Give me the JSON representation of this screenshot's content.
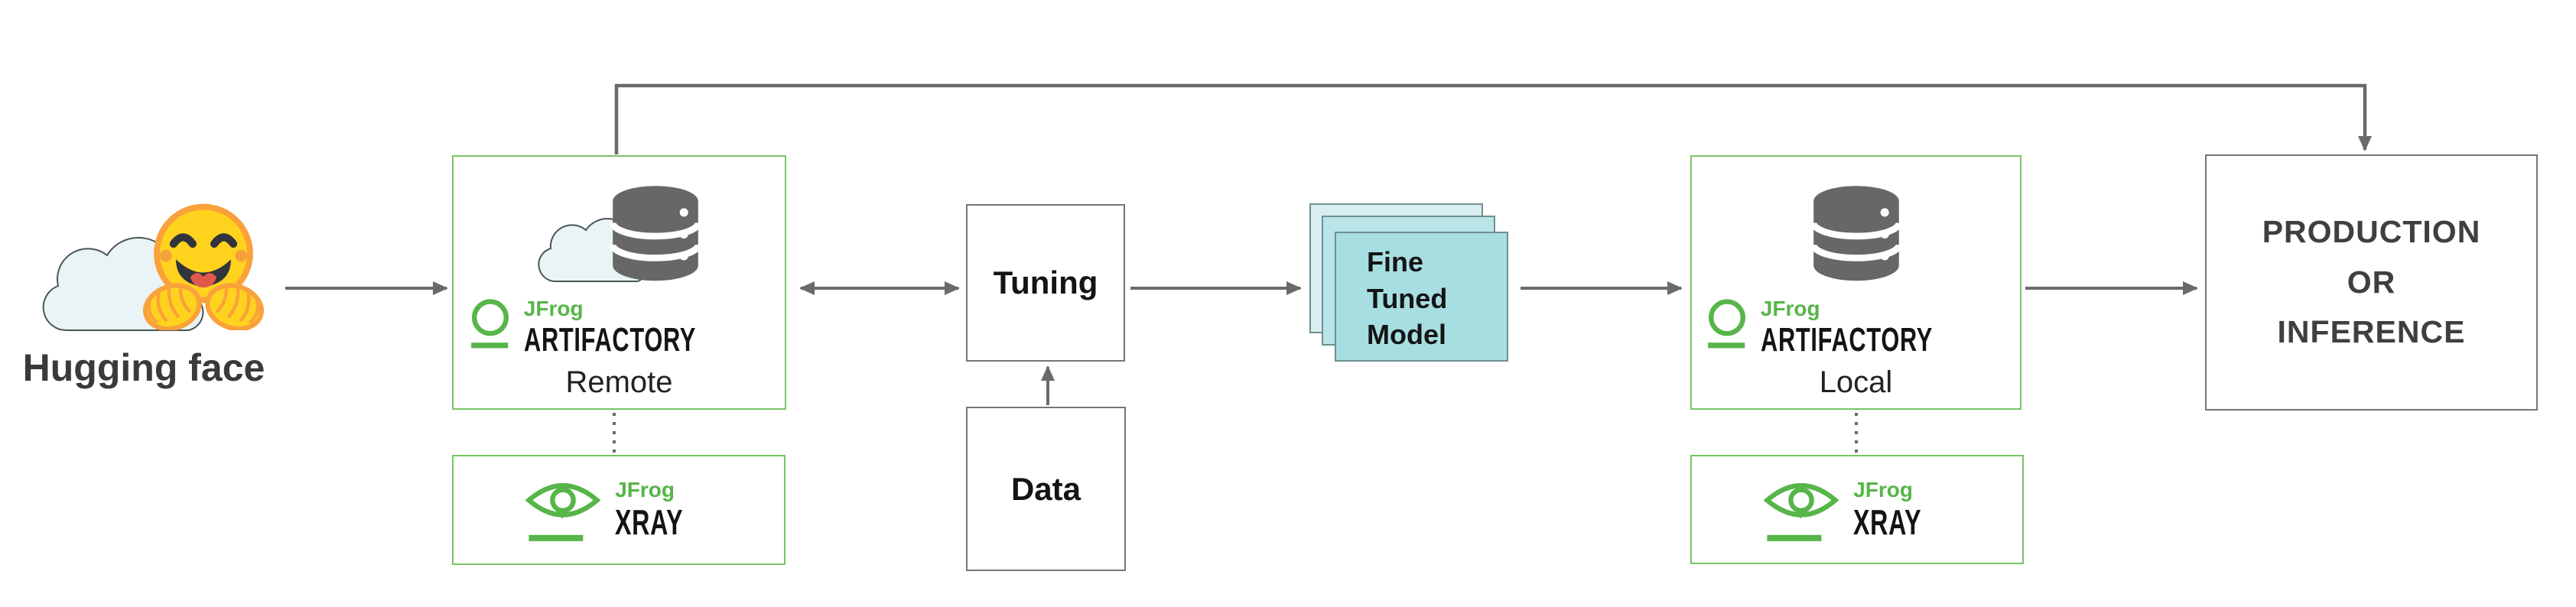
{
  "nodes": {
    "huggingface": {
      "label": "Hugging face"
    },
    "artifactory_remote": {
      "brand": "JFrog",
      "product": "ARTIFACTORY",
      "variant": "Remote"
    },
    "xray_remote": {
      "brand": "JFrog",
      "product": "XRAY"
    },
    "tuning": {
      "label": "Tuning"
    },
    "data": {
      "label": "Data"
    },
    "fine_tuned_model": {
      "lines": [
        "Fine",
        "Tuned",
        "Model"
      ]
    },
    "artifactory_local": {
      "brand": "JFrog",
      "product": "ARTIFACTORY",
      "variant": "Local"
    },
    "xray_local": {
      "brand": "JFrog",
      "product": "XRAY"
    },
    "production": {
      "lines": [
        "PRODUCTION",
        "OR",
        "INFERENCE"
      ]
    }
  },
  "edges": [
    {
      "from": "huggingface",
      "to": "artifactory_remote",
      "style": "solid",
      "arrow": "forward"
    },
    {
      "from": "artifactory_remote",
      "to": "tuning",
      "style": "solid",
      "arrow": "both"
    },
    {
      "from": "data",
      "to": "tuning",
      "style": "solid",
      "arrow": "forward"
    },
    {
      "from": "tuning",
      "to": "fine_tuned_model",
      "style": "solid",
      "arrow": "forward"
    },
    {
      "from": "fine_tuned_model",
      "to": "artifactory_local",
      "style": "solid",
      "arrow": "forward"
    },
    {
      "from": "artifactory_local",
      "to": "production",
      "style": "solid",
      "arrow": "forward"
    },
    {
      "from": "artifactory_remote",
      "to": "production",
      "style": "solid",
      "arrow": "forward",
      "route": "top"
    },
    {
      "from": "artifactory_remote",
      "to": "xray_remote",
      "style": "dotted",
      "arrow": "none"
    },
    {
      "from": "artifactory_local",
      "to": "xray_local",
      "style": "dotted",
      "arrow": "none"
    }
  ],
  "colors": {
    "line_gray": "#6a6a6a",
    "green_logo": "#57b549",
    "green_border": "#77c465",
    "box_border_gray": "#757575",
    "teal_front": "#a7dee2",
    "teal_mid": "#b9e5e8",
    "teal_back": "#d9eef1",
    "teal_border": "#6f8e90",
    "db_gray": "#676767",
    "cloud_fill": "#eaf4f6",
    "cloud_stroke": "#4a5557",
    "emoji_yellow": "#ffd21e",
    "emoji_orange": "#f9a13a",
    "emoji_dark": "#32343d",
    "emoji_red": "#e2574c",
    "emoji_cheek": "#f6a03c",
    "text_dark": "#3f3f3f",
    "text_black": "#141414"
  }
}
